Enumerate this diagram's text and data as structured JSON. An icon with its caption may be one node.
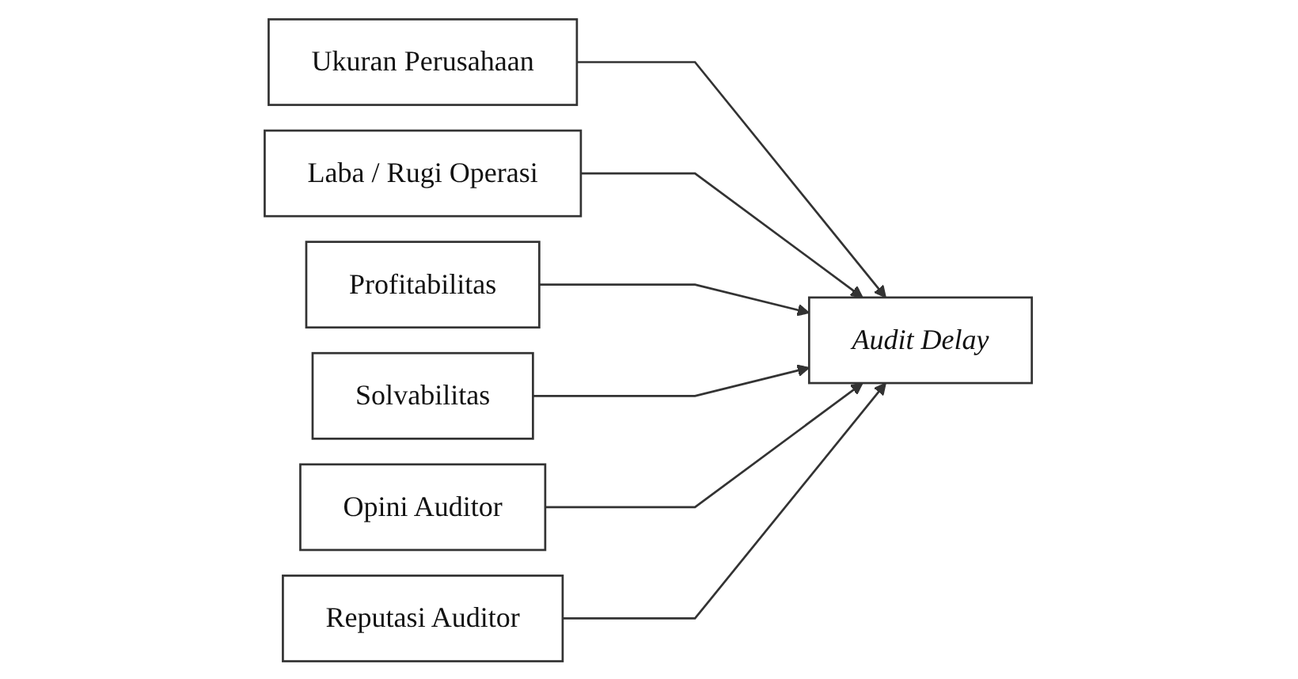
{
  "diagram": {
    "nodes": [
      {
        "text": [
          "Ukuran Perusahaan"
        ]
      },
      {
        "text": [
          "Laba / Rugi Operasi"
        ]
      },
      {
        "text": [
          "Profitabilitas"
        ]
      },
      {
        "text": [
          "Solvabilitas"
        ]
      },
      {
        "text": [
          "Opini Auditor"
        ]
      },
      {
        "text": [
          "Reputasi Auditor"
        ]
      },
      {
        "text": [
          "Audit Delay"
        ]
      }
    ],
    "edges": [
      {
        "from": 0,
        "to": 6,
        "arrow": "to"
      },
      {
        "from": 1,
        "to": 6,
        "arrow": "to"
      },
      {
        "from": 2,
        "to": 6,
        "arrow": "to"
      },
      {
        "from": 3,
        "to": 6,
        "arrow": "to"
      },
      {
        "from": 4,
        "to": 6,
        "arrow": "to"
      },
      {
        "from": 5,
        "to": 6,
        "arrow": "to"
      }
    ]
  }
}
